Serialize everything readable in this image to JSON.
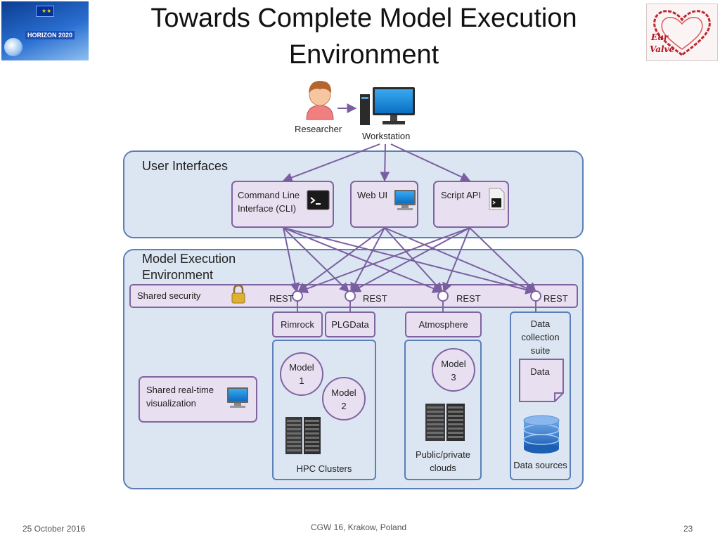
{
  "title": {
    "line1": "Towards Complete Model Execution",
    "line2": "Environment"
  },
  "logos": {
    "left_name": "HORIZON 2020",
    "right_line1": "Eur",
    "right_line2": "Valve"
  },
  "actors": {
    "researcher": "Researcher",
    "workstation": "Workstation"
  },
  "user_interfaces": {
    "title": "User Interfaces",
    "cli_line1": "Command Line",
    "cli_line2": "Interface (CLI)",
    "web_ui": "Web UI",
    "script_api": "Script API"
  },
  "mee": {
    "title_line1": "Model Execution",
    "title_line2": "Environment",
    "shared_security": "Shared security",
    "rest_1": "REST",
    "rest_2": "REST",
    "rest_3": "REST",
    "rest_4": "REST",
    "rimrock": "Rimrock",
    "plgdata": "PLGData",
    "atmosphere": "Atmosphere",
    "dcs_line1": "Data",
    "dcs_line2": "collection",
    "dcs_line3": "suite",
    "data_doc": "Data",
    "model1_line1": "Model",
    "model1_line2": "1",
    "model2_line1": "Model",
    "model2_line2": "2",
    "model3_line1": "Model",
    "model3_line2": "3",
    "hpc_clusters": "HPC Clusters",
    "clouds_line1": "Public/private",
    "clouds_line2": "clouds",
    "data_sources": "Data sources",
    "viz_line1": "Shared real-time",
    "viz_line2": "visualization"
  },
  "footer": {
    "date": "25 October 2016",
    "event": "CGW 16, Krakow, Poland",
    "page": "23"
  },
  "colors": {
    "panel_fill": "#dce6f2",
    "panel_stroke": "#5b7fb8",
    "box_fill": "#e8e0f0",
    "box_stroke": "#8064a2",
    "arrow": "#7a5fa0"
  }
}
